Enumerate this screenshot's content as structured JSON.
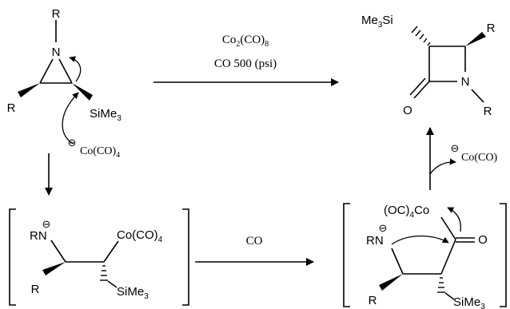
{
  "top_reagents": {
    "line1": {
      "a": "Co",
      "b": "2",
      "c": "(CO)",
      "d": "8"
    },
    "line2": "CO 500 (psi)"
  },
  "aziridine": {
    "n": "N",
    "r_n": "R",
    "r_c": "R",
    "si": {
      "a": "SiMe",
      "b": "3"
    }
  },
  "nucleophile": {
    "minus": "⊖",
    "a": "Co(CO)",
    "b": "4"
  },
  "intermediate_left": {
    "n": {
      "a": "RN",
      "minus": "⊖"
    },
    "co": {
      "a": "Co(CO)",
      "b": "4"
    },
    "r": "R",
    "si": {
      "a": "SiMe",
      "b": "3"
    }
  },
  "middle_reagent": "CO",
  "intermediate_right": {
    "co": {
      "a": "(OC)",
      "b": "4",
      "c": "Co"
    },
    "n": {
      "a": "RN",
      "minus": "⊖"
    },
    "o": "O",
    "r": "R",
    "si": {
      "a": "SiMe",
      "b": "3"
    }
  },
  "leaving_group": {
    "minus": "⊖",
    "a": "Co(CO)"
  },
  "product": {
    "si": {
      "a": "Me",
      "b": "3",
      "c": "Si"
    },
    "r_top": "R",
    "n": "N",
    "o": "O",
    "r_n": "R"
  }
}
